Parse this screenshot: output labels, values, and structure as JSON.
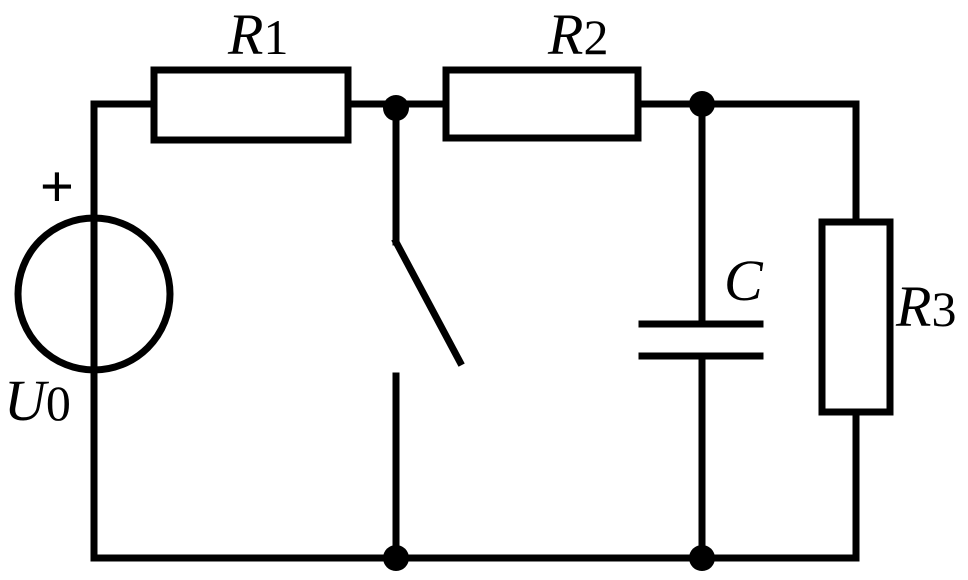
{
  "components": {
    "r1": {
      "letter": "R",
      "index": "1"
    },
    "r2": {
      "letter": "R",
      "index": "2"
    },
    "r3": {
      "letter": "R",
      "index": "3"
    },
    "capacitor": {
      "letter": "C"
    },
    "source": {
      "letter": "U",
      "index": "0",
      "polarity": "+"
    }
  },
  "colors": {
    "line": "#000000",
    "background": "#ffffff"
  }
}
